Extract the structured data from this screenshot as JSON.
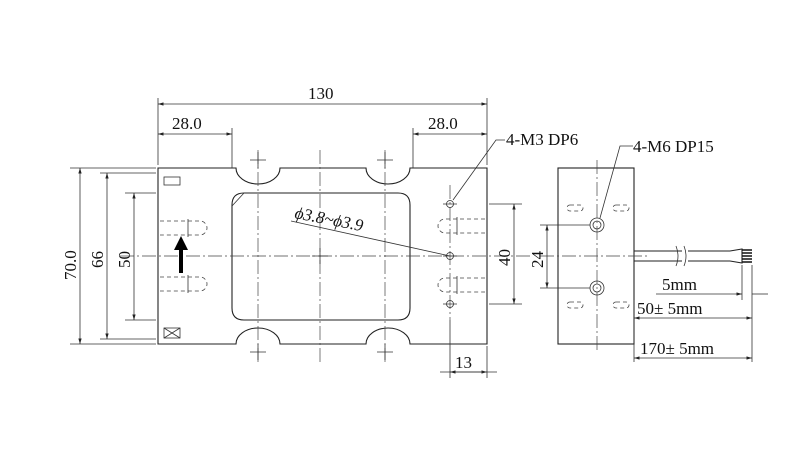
{
  "dimensions": {
    "overall_length": "130",
    "left_offset": "28.0",
    "right_offset": "28.0",
    "height_total": "70.0",
    "height_inner": "66",
    "height_mid": "50",
    "hole_spacing": "40",
    "edge_offset": "13",
    "side_hole_spacing": "24"
  },
  "callouts": {
    "m3_thread": "4-M3 DP6",
    "m6_thread": "4-M6  DP15",
    "hole_diameter": "ϕ3.8~ϕ3.9"
  },
  "cable": {
    "strip_length": "5mm",
    "jacket_length": "50± 5mm",
    "total_length": "170± 5mm"
  }
}
